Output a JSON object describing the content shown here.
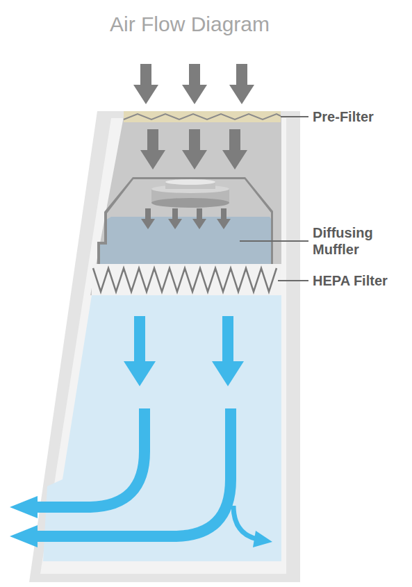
{
  "diagram": {
    "title": "Air Flow Diagram",
    "labels": [
      "Pre-Filter",
      "Diffusing Muffler",
      "HEPA Filter"
    ]
  }
}
